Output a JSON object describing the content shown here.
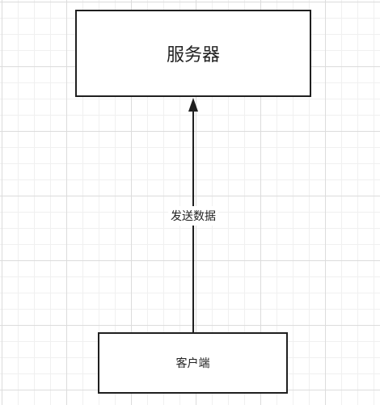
{
  "diagram": {
    "nodes": {
      "server": {
        "label": "服务器"
      },
      "client": {
        "label": "客户端"
      }
    },
    "edges": [
      {
        "from": "client",
        "to": "server",
        "label": "发送数据"
      }
    ],
    "colors": {
      "stroke": "#1f1f1f",
      "text": "#222222",
      "grid": "#dcdcdc",
      "background": "#ffffff"
    }
  }
}
